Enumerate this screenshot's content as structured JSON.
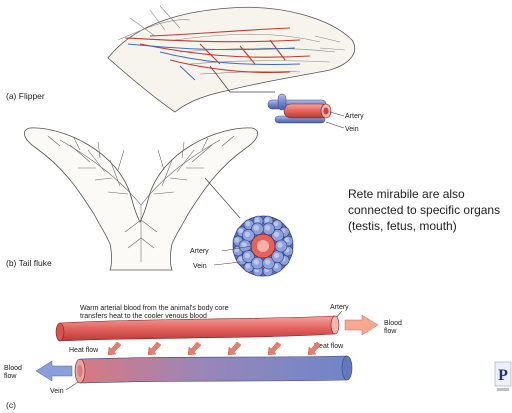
{
  "panels": {
    "a": {
      "caption": "(a) Flipper",
      "artery_label": "Artery",
      "vein_label": "Vein"
    },
    "b": {
      "caption": "(b) Tail fluke",
      "artery_label": "Artery",
      "vein_label": "Vein"
    },
    "c": {
      "caption": "(c)",
      "description_line1": "Warm arterial blood from the animal's body core",
      "description_line2": "transfers heat to the cooler venous blood",
      "artery_label": "Artery",
      "vein_label": "Vein",
      "heat_flow_left": "Heat flow",
      "heat_flow_right": "Heat flow",
      "blood_flow_right": [
        "Blood",
        "flow"
      ],
      "blood_flow_left": [
        "Blood",
        "flow"
      ]
    }
  },
  "note": {
    "lines": [
      "Rete mirabile are also",
      "connected to specific organs",
      "(testis, fetus, mouth)"
    ]
  },
  "logo_letter": "P",
  "colors": {
    "artery": "#e4625e",
    "vein": "#6f86c8",
    "heat_arrow": "#e87e6a",
    "flow_arrow": "#f6a78f"
  }
}
